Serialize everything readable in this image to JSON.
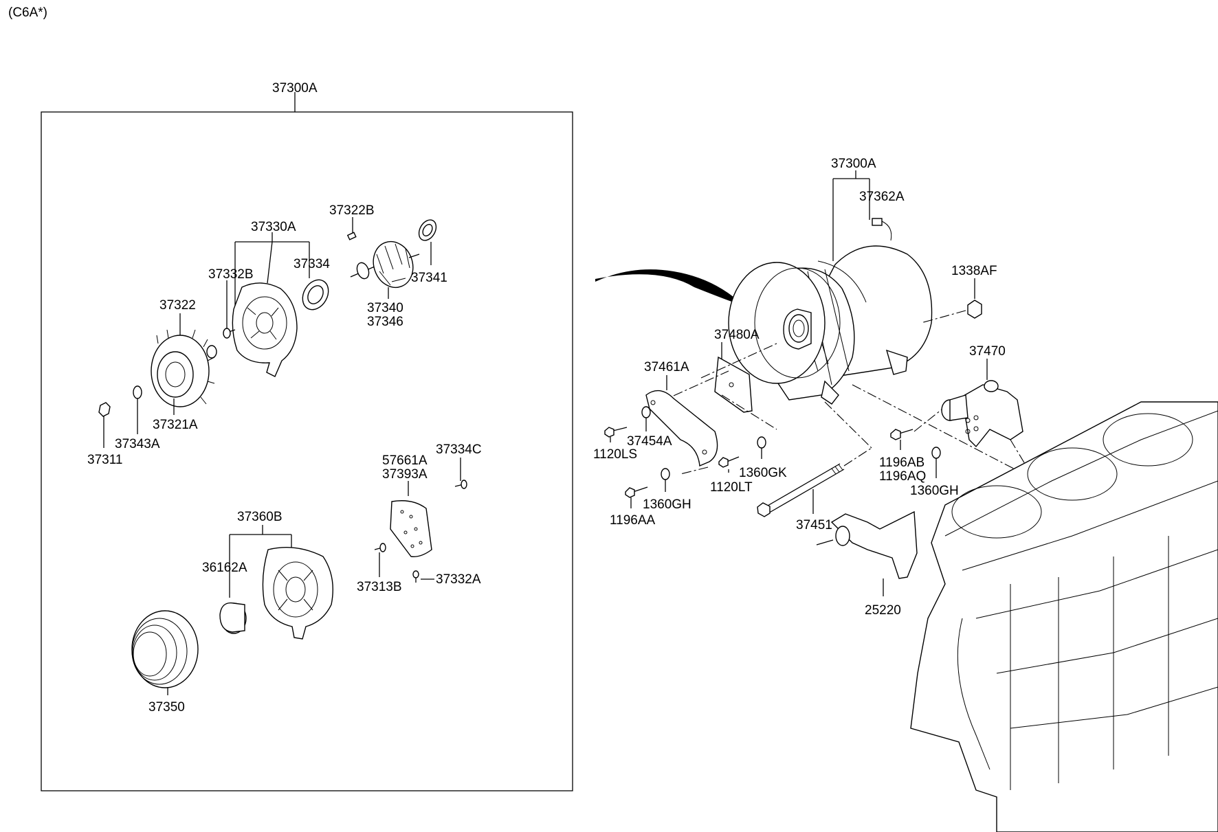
{
  "header": {
    "variant_code": "(C6A*)"
  },
  "exploded_group": {
    "label": "37300A"
  },
  "callouts": {
    "c37330A": "37330A",
    "c37322B": "37322B",
    "c37332B": "37332B",
    "c37334": "37334",
    "c37341": "37341",
    "c37340": "37340",
    "c37346": "37346",
    "c37322": "37322",
    "c37321A": "37321A",
    "c37343A": "37343A",
    "c37311": "37311",
    "c57661A": "57661A",
    "c37393A": "37393A",
    "c37334C": "37334C",
    "c37360B": "37360B",
    "c36162A": "36162A",
    "c37313B": "37313B",
    "c37332A": "37332A",
    "c37350": "37350",
    "r37300A": "37300A",
    "r37362A": "37362A",
    "r1338AF": "1338AF",
    "r37480A": "37480A",
    "r37461A": "37461A",
    "r37470": "37470",
    "r37454A": "37454A",
    "r1120LS": "1120LS",
    "r1360GK": "1360GK",
    "r1120LT": "1120LT",
    "r1196AB": "1196AB",
    "r1196AQ": "1196AQ",
    "r1360GH_a": "1360GH",
    "r1360GH_b": "1360GH",
    "r1196AA": "1196AA",
    "r37451": "37451",
    "r25220": "25220"
  }
}
